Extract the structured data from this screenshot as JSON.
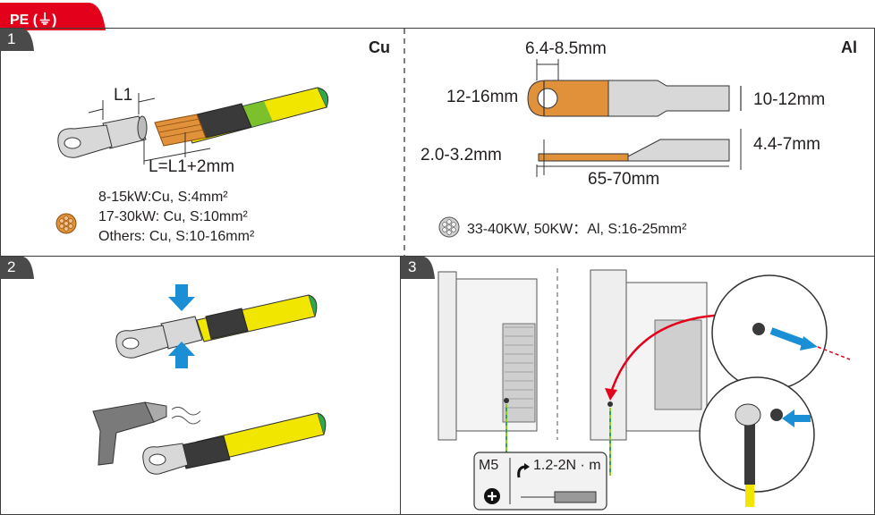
{
  "header": {
    "tab_label": "PE (⏚)"
  },
  "steps": [
    {
      "number": "1"
    },
    {
      "number": "2"
    },
    {
      "number": "3"
    }
  ],
  "panel_cu": {
    "material": "Cu",
    "dim_l1": "L1",
    "dim_l": "L=L1+2mm",
    "specs": [
      "8-15kW:Cu, S:4mm²",
      "17-30kW: Cu, S:10mm²",
      "Others: Cu, S:10-16mm²"
    ]
  },
  "panel_al": {
    "material": "Al",
    "dim_hole": "6.4-8.5mm",
    "dim_width": "12-16mm",
    "dim_barrel": "10-12mm",
    "dim_thickness": "2.0-3.2mm",
    "dim_barrel_depth": "4.4-7mm",
    "dim_length": "65-70mm",
    "spec": "33-40KW, 50KW：Al, S:16-25mm²"
  },
  "panel_3": {
    "screw": "M5",
    "torque": "1.2-2N · m"
  },
  "colors": {
    "brand_red": "#e3001b",
    "cable_yellow": "#f0e600",
    "cable_green": "#2ea84a",
    "copper_lug": "#e0913a",
    "arrow_blue": "#1a8fd6",
    "frame": "#3c3c3c"
  }
}
